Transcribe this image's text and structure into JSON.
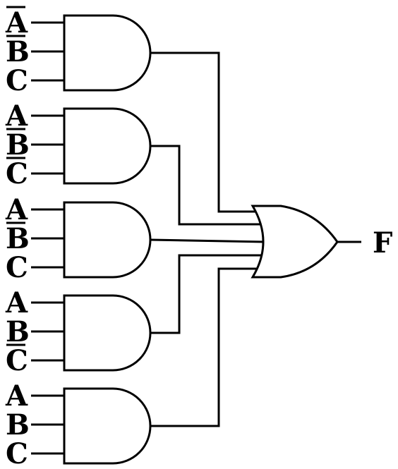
{
  "output_label": "F",
  "or_gate": {
    "type": "OR"
  },
  "gates": [
    {
      "type": "AND",
      "inputs": [
        {
          "var": "A",
          "negated": true
        },
        {
          "var": "B",
          "negated": true
        },
        {
          "var": "C",
          "negated": false
        }
      ]
    },
    {
      "type": "AND",
      "inputs": [
        {
          "var": "A",
          "negated": false
        },
        {
          "var": "B",
          "negated": true
        },
        {
          "var": "C",
          "negated": true
        }
      ]
    },
    {
      "type": "AND",
      "inputs": [
        {
          "var": "A",
          "negated": false
        },
        {
          "var": "B",
          "negated": true
        },
        {
          "var": "C",
          "negated": false
        }
      ]
    },
    {
      "type": "AND",
      "inputs": [
        {
          "var": "A",
          "negated": false
        },
        {
          "var": "B",
          "negated": false
        },
        {
          "var": "C",
          "negated": true
        }
      ]
    },
    {
      "type": "AND",
      "inputs": [
        {
          "var": "A",
          "negated": false
        },
        {
          "var": "B",
          "negated": false
        },
        {
          "var": "C",
          "negated": false
        }
      ]
    }
  ]
}
